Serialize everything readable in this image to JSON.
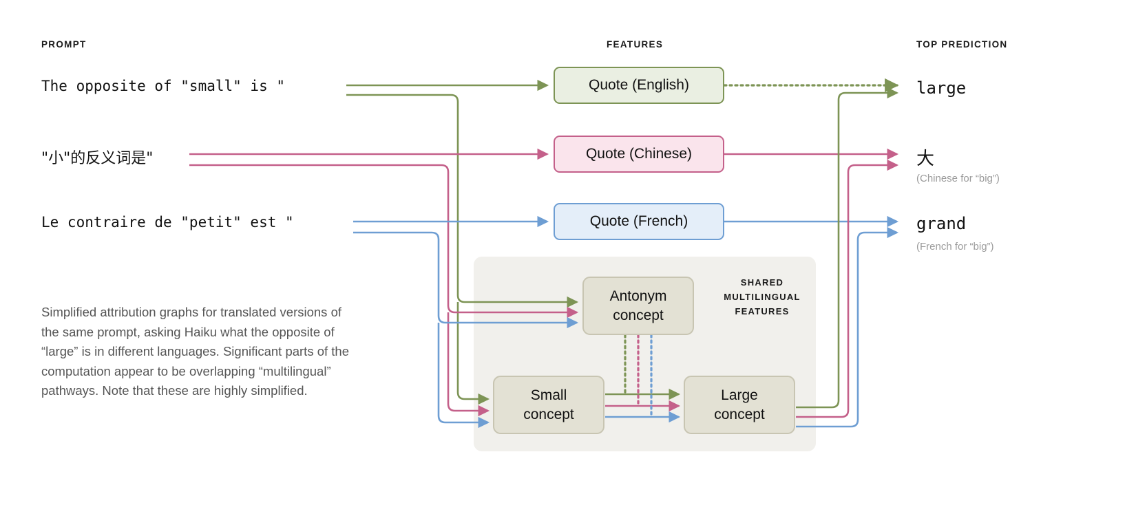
{
  "columns": {
    "prompt_header": "PROMPT",
    "features_header": "FEATURES",
    "prediction_header": "TOP PREDICTION"
  },
  "prompts": [
    {
      "id": "english",
      "text": "The opposite of \"small\" is \"",
      "color": "#7d9455",
      "lang": "latin"
    },
    {
      "id": "chinese",
      "text": "\"小\"的反义词是\"",
      "color": "#c4608a",
      "lang": "cjk"
    },
    {
      "id": "french",
      "text": "Le contraire de \"petit\" est \"",
      "color": "#6e9ed3",
      "lang": "latin"
    }
  ],
  "features": {
    "quote_nodes": [
      {
        "id": "quote-english",
        "label": "Quote (English)",
        "fill": "#eaefe2",
        "stroke": "#7d9455"
      },
      {
        "id": "quote-chinese",
        "label": "Quote (Chinese)",
        "fill": "#fae4ec",
        "stroke": "#c4608a"
      },
      {
        "id": "quote-french",
        "label": "Quote (French)",
        "fill": "#e4eef9",
        "stroke": "#6e9ed3"
      }
    ],
    "shared_panel_label": "SHARED\nMULTILINGUAL\nFEATURES",
    "concept_nodes": [
      {
        "id": "antonym-concept",
        "line1": "Antonym",
        "line2": "concept"
      },
      {
        "id": "small-concept",
        "line1": "Small",
        "line2": "concept"
      },
      {
        "id": "large-concept",
        "line1": "Large",
        "line2": "concept"
      }
    ]
  },
  "predictions": [
    {
      "id": "pred-large",
      "word": "large",
      "note": "",
      "lang": "latin"
    },
    {
      "id": "pred-da",
      "word": "大",
      "note": "(Chinese for “big”)",
      "lang": "cjk"
    },
    {
      "id": "pred-grand",
      "word": "grand",
      "note": "(French for “big”)",
      "lang": "latin"
    }
  ],
  "caption": "Simplified attribution graphs for translated versions of the same prompt, asking Haiku what the opposite of “large” is in different languages. Significant parts of the computation appear to be overlapping “multilingual” pathways. Note that these are highly simplified.",
  "colors": {
    "english": "#7d9455",
    "chinese": "#c4608a",
    "french": "#6e9ed3",
    "concept_fill": "#e3e1d4",
    "concept_stroke": "#c8c5b2",
    "panel_fill": "#f1f0ec",
    "text": "#111111",
    "muted": "#9b9b9b",
    "caption": "#555555"
  },
  "graph": {
    "type": "attribution-graph",
    "edges": [
      {
        "from": "prompt-english",
        "to": "quote-english",
        "color": "#7d9455",
        "style": "solid"
      },
      {
        "from": "prompt-english",
        "to": "antonym-concept",
        "color": "#7d9455",
        "style": "solid"
      },
      {
        "from": "prompt-english",
        "to": "small-concept",
        "color": "#7d9455",
        "style": "solid"
      },
      {
        "from": "prompt-chinese",
        "to": "quote-chinese",
        "color": "#c4608a",
        "style": "solid"
      },
      {
        "from": "prompt-chinese",
        "to": "antonym-concept",
        "color": "#c4608a",
        "style": "solid"
      },
      {
        "from": "prompt-chinese",
        "to": "small-concept",
        "color": "#c4608a",
        "style": "solid"
      },
      {
        "from": "prompt-french",
        "to": "quote-french",
        "color": "#6e9ed3",
        "style": "solid"
      },
      {
        "from": "prompt-french",
        "to": "antonym-concept",
        "color": "#6e9ed3",
        "style": "solid"
      },
      {
        "from": "prompt-french",
        "to": "small-concept",
        "color": "#6e9ed3",
        "style": "solid"
      },
      {
        "from": "antonym-concept",
        "to": "large-concept",
        "color": "#7d9455",
        "style": "dotted"
      },
      {
        "from": "antonym-concept",
        "to": "large-concept",
        "color": "#c4608a",
        "style": "dotted"
      },
      {
        "from": "antonym-concept",
        "to": "large-concept",
        "color": "#6e9ed3",
        "style": "dotted"
      },
      {
        "from": "small-concept",
        "to": "large-concept",
        "color": "#7d9455",
        "style": "solid"
      },
      {
        "from": "small-concept",
        "to": "large-concept",
        "color": "#c4608a",
        "style": "solid"
      },
      {
        "from": "small-concept",
        "to": "large-concept",
        "color": "#6e9ed3",
        "style": "solid"
      },
      {
        "from": "quote-english",
        "to": "pred-large",
        "color": "#7d9455",
        "style": "dotted"
      },
      {
        "from": "quote-chinese",
        "to": "pred-da",
        "color": "#c4608a",
        "style": "solid"
      },
      {
        "from": "quote-french",
        "to": "pred-grand",
        "color": "#6e9ed3",
        "style": "solid"
      },
      {
        "from": "large-concept",
        "to": "pred-large",
        "color": "#7d9455",
        "style": "solid"
      },
      {
        "from": "large-concept",
        "to": "pred-da",
        "color": "#c4608a",
        "style": "solid"
      },
      {
        "from": "large-concept",
        "to": "pred-grand",
        "color": "#6e9ed3",
        "style": "solid"
      }
    ]
  }
}
